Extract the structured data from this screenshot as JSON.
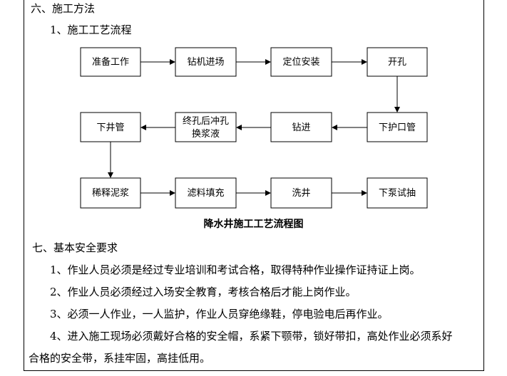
{
  "section6": {
    "title": "六、施工方法",
    "sub": "1、施工工艺流程"
  },
  "flow": {
    "row1": [
      "准备工作",
      "钻机进场",
      "定位安装",
      "开孔"
    ],
    "row2": [
      "下井管",
      "终孔后冲孔",
      "换浆液",
      "钻进",
      "下护口管"
    ],
    "row3": [
      "稀释泥浆",
      "滤料填充",
      "洗井",
      "下泵试抽"
    ],
    "caption": "降水井施工工艺流程图"
  },
  "section7": {
    "title": "七、基本安全要求",
    "items": [
      "1、作业人员必须是经过专业培训和考试合格，取得特种作业操作证持证上岗。",
      "2、作业人员必须经过入场安全教育，考核合格后才能上岗作业。",
      "3、必须一人作业，一人监护，作业人员穿绝缘鞋，停电验电后再作业。",
      "4、进入施工现场必须戴好合格的安全帽，系紧下颚带，锁好带扣，高处作业必须系好",
      "合格的安全带，系挂牢固，高挂低用。"
    ]
  }
}
